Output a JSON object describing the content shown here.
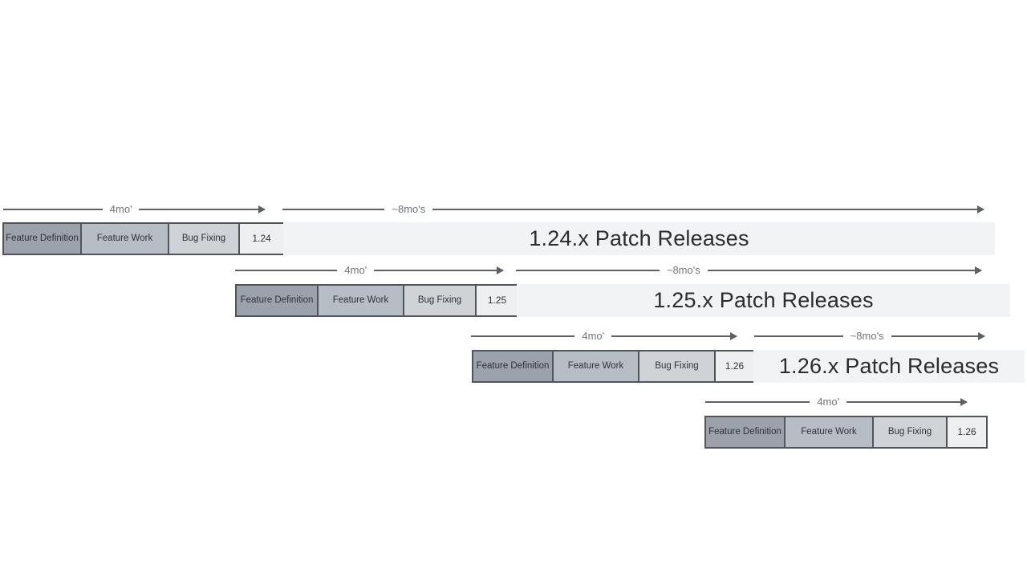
{
  "diagram": {
    "type": "release-cadence-timeline",
    "phases": [
      "Feature Definition",
      "Feature Work",
      "Bug Fixing"
    ],
    "rows": [
      {
        "version": "1.24",
        "dev_cycle_label": "4mo'",
        "patch_cycle_label": "~8mo's",
        "patch_bar_label": "1.24.x Patch Releases"
      },
      {
        "version": "1.25",
        "dev_cycle_label": "4mo'",
        "patch_cycle_label": "~8mo's",
        "patch_bar_label": "1.25.x Patch Releases"
      },
      {
        "version": "1.26",
        "dev_cycle_label": "4mo'",
        "patch_cycle_label": "~8mo's",
        "patch_bar_label": "1.26.x Patch Releases"
      },
      {
        "version": "1.26",
        "dev_cycle_label": "4mo'"
      }
    ]
  },
  "colors": {
    "feature-definition": "#9ba2ab",
    "feature-work": "#b7bdc4",
    "bug-fixing": "#cfd3d8",
    "version-box": "#edeff1",
    "patch-bar": "#f1f3f4",
    "box-border": "#50555a",
    "box-text": "#2f3337",
    "arrow": "#5c6167",
    "arrow-label-text": "#6f757b",
    "patch-text": "#2a2d30"
  }
}
